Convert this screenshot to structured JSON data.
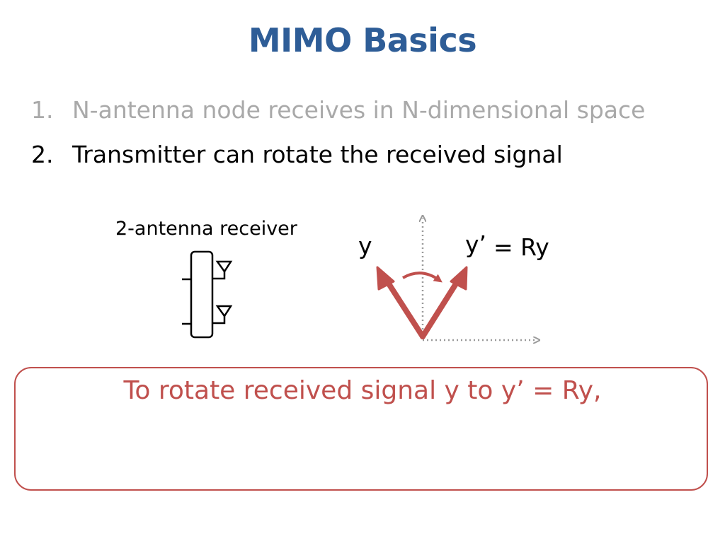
{
  "title": "MIMO Basics",
  "bullets": [
    {
      "number": "1.",
      "text": "N-antenna node receives in N-dimensional space",
      "state": "dimmed"
    },
    {
      "number": "2.",
      "text": "Transmitter can rotate the received signal",
      "state": "active"
    }
  ],
  "receiver_diagram": {
    "label": "2-antenna receiver"
  },
  "vector_diagram": {
    "y_label": "y",
    "yprime_label": "y’",
    "equation_label": "= Ry"
  },
  "callout": {
    "text": "To rotate received signal y to y’ = Ry,"
  },
  "colors": {
    "title": "#2e5d97",
    "accent": "#c0504d",
    "dimmed_text": "#a9a9a9",
    "axis": "#9a9a9a"
  }
}
